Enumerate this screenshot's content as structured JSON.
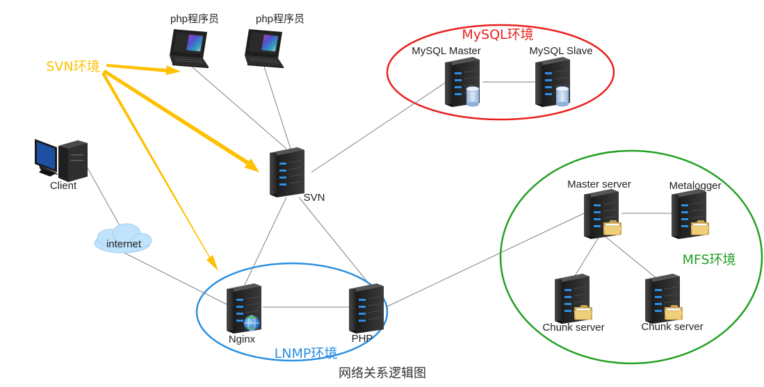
{
  "nodes": {
    "php_dev_1": "php程序员",
    "php_dev_2": "php程序员",
    "mysql_master": "MySQL Master",
    "mysql_slave": "MySQL Slave",
    "client": "Client",
    "svn": "SVN",
    "internet": "internet",
    "master_server": "Master server",
    "metalogger": "Metalogger",
    "chunk_server_1": "Chunk server",
    "chunk_server_2": "Chunk server",
    "nginx": "Nginx",
    "php": "PHP"
  },
  "environments": {
    "svn": {
      "label": "SVN环境",
      "color": "#FFC000"
    },
    "mysql": {
      "label": "MySQL环境",
      "color": "#E8201E"
    },
    "mfs": {
      "label": "MFS环境",
      "color": "#22A022"
    },
    "lnmp": {
      "label": "LNMP环境",
      "color": "#2A8FE0"
    }
  },
  "caption": "网络关系逻辑图",
  "colors": {
    "connection": "#7F7F7F",
    "server_body": "#2B2B2B",
    "server_led": "#2D8FE8"
  }
}
